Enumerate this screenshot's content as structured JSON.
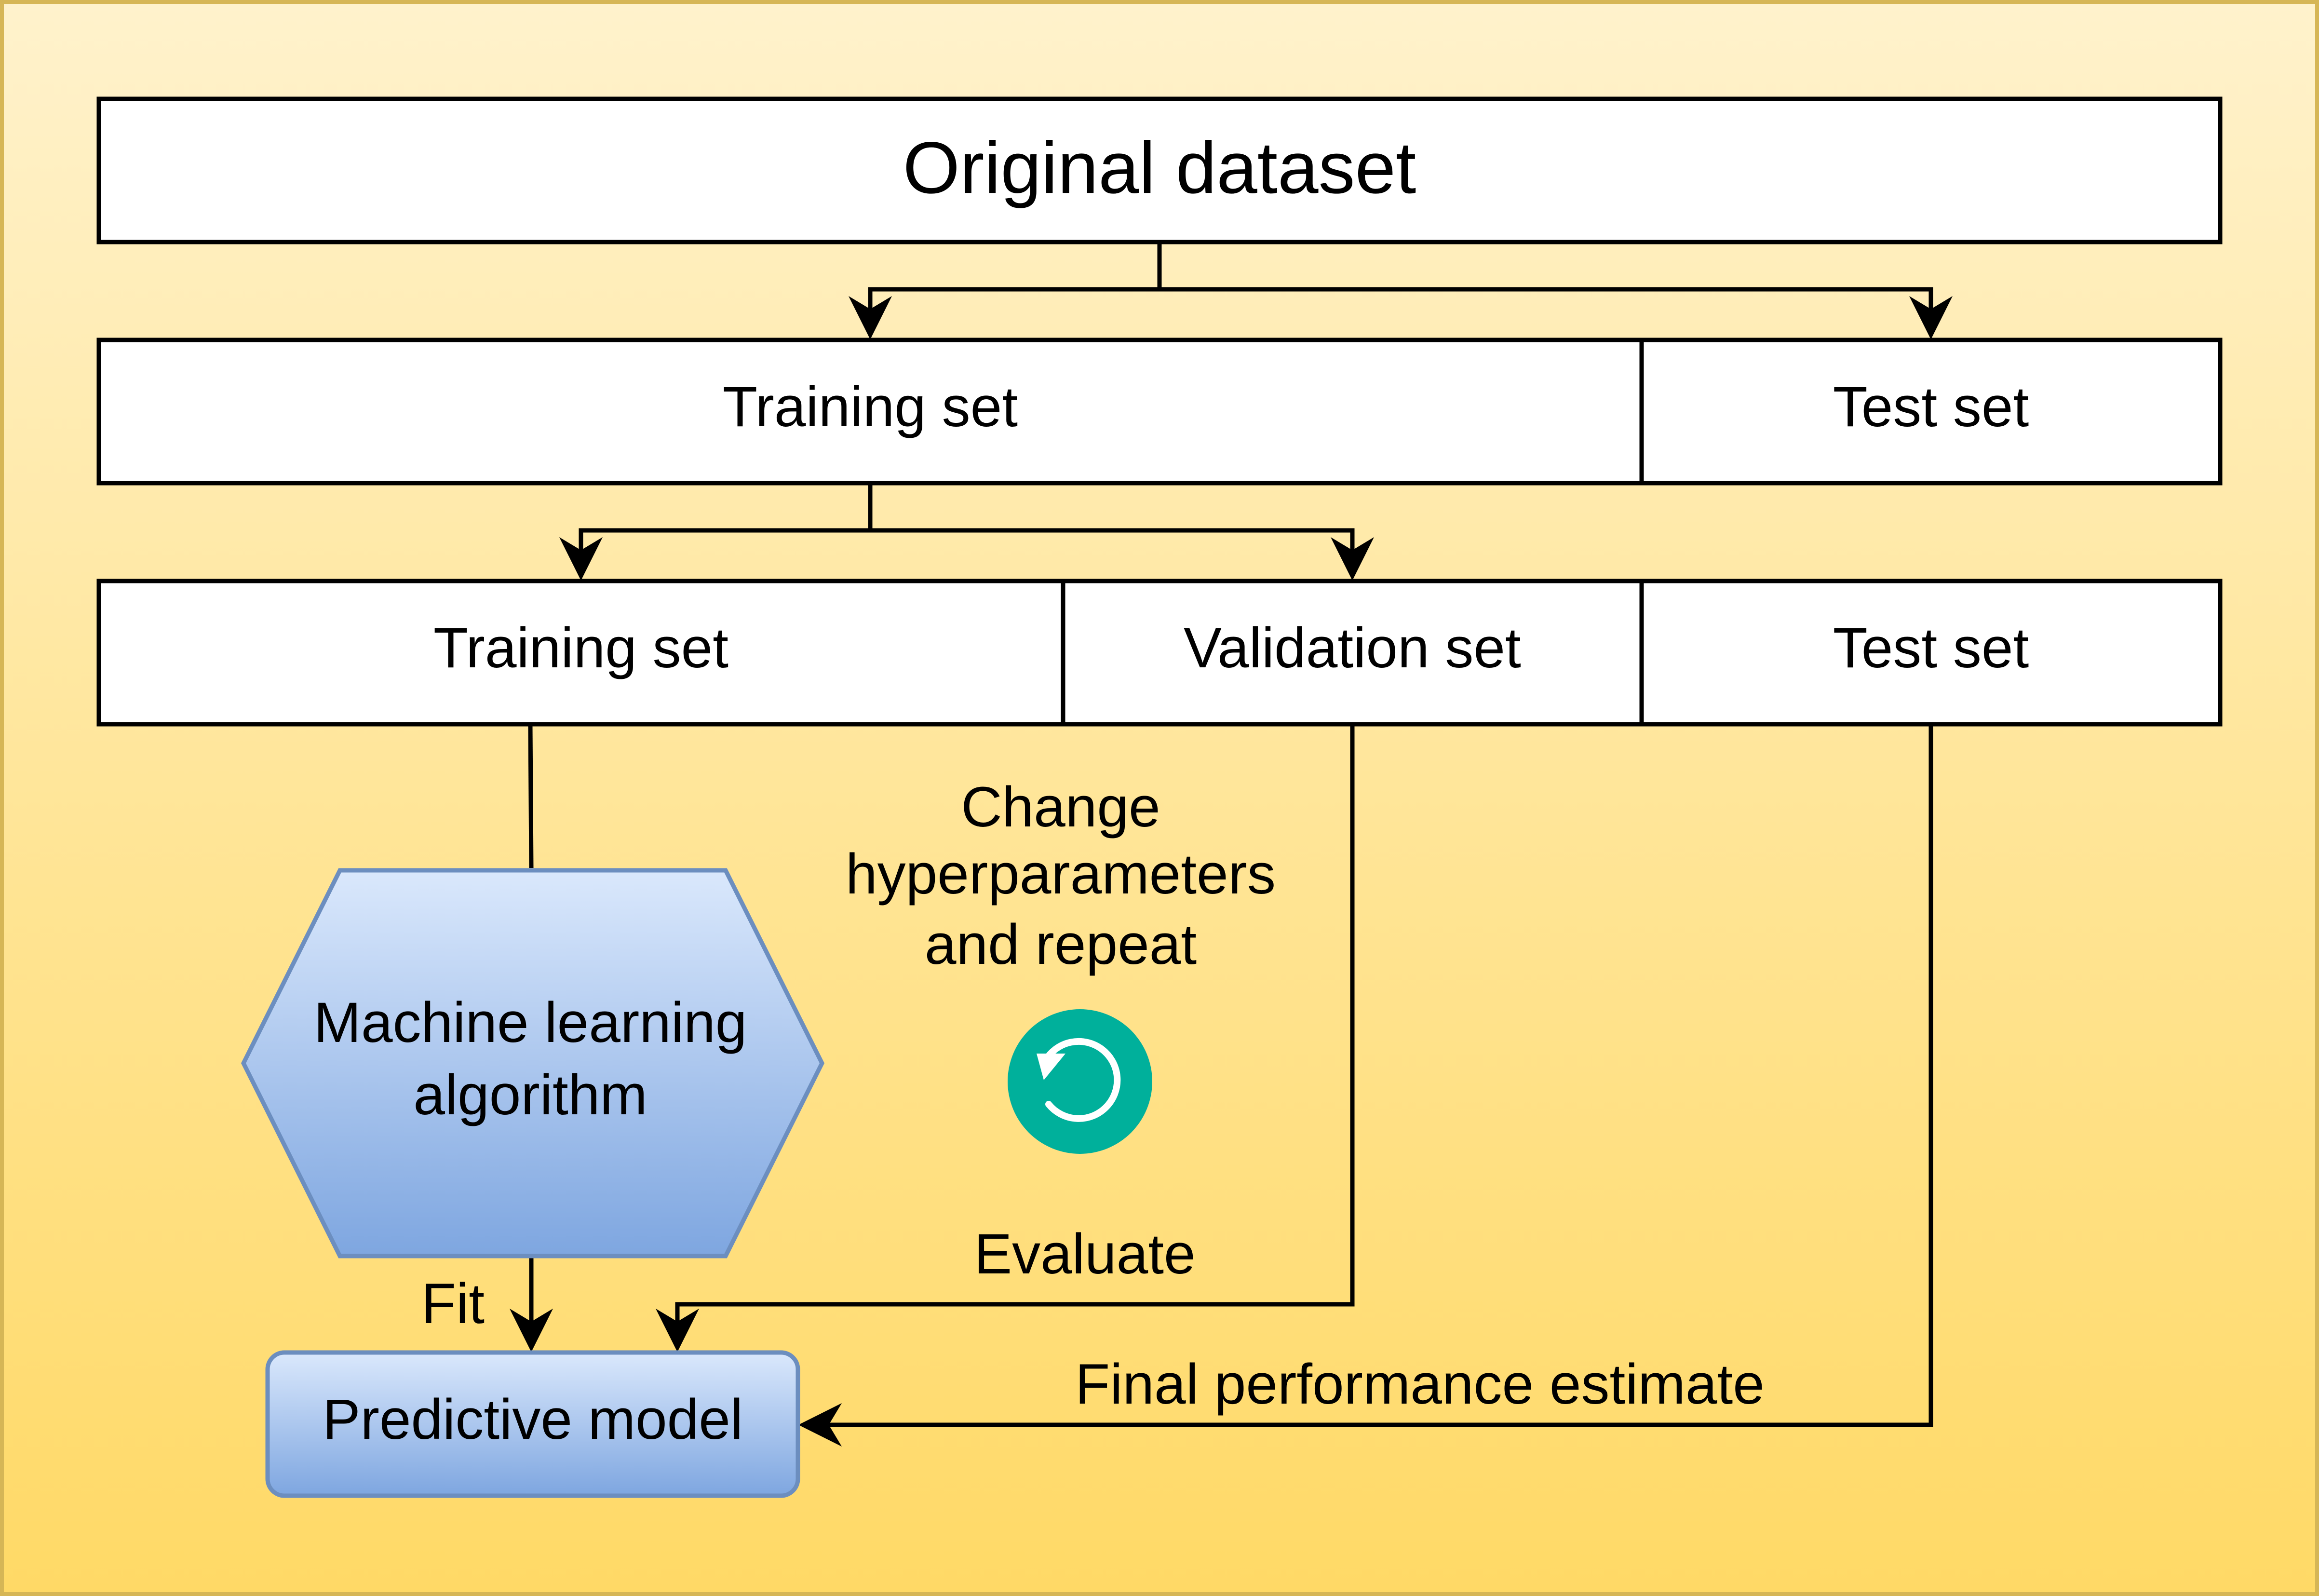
{
  "diagram": {
    "original_dataset": "Original dataset",
    "split1": {
      "training": "Training set",
      "test": "Test set"
    },
    "split2": {
      "training": "Training set",
      "validation": "Validation set",
      "test": "Test set"
    },
    "algorithm": {
      "line1": "Machine learning",
      "line2": "algorithm"
    },
    "model": "Predictive model",
    "labels": {
      "fit": "Fit",
      "evaluate": "Evaluate",
      "final": "Final performance estimate",
      "change_line1": "Change",
      "change_line2": "hyperparameters",
      "change_line3": "and repeat"
    },
    "icons": {
      "repeat": "refresh-icon"
    },
    "colors": {
      "background_top": "#fff2cc",
      "background_bottom": "#ffd966",
      "background_border": "#d6b656",
      "box_fill": "#ffffff",
      "stroke": "#000000",
      "blue_top": "#dae8fc",
      "blue_bottom": "#7ea6e0",
      "blue_border": "#6c8ebf",
      "repeat_icon": "#00b09b"
    }
  }
}
